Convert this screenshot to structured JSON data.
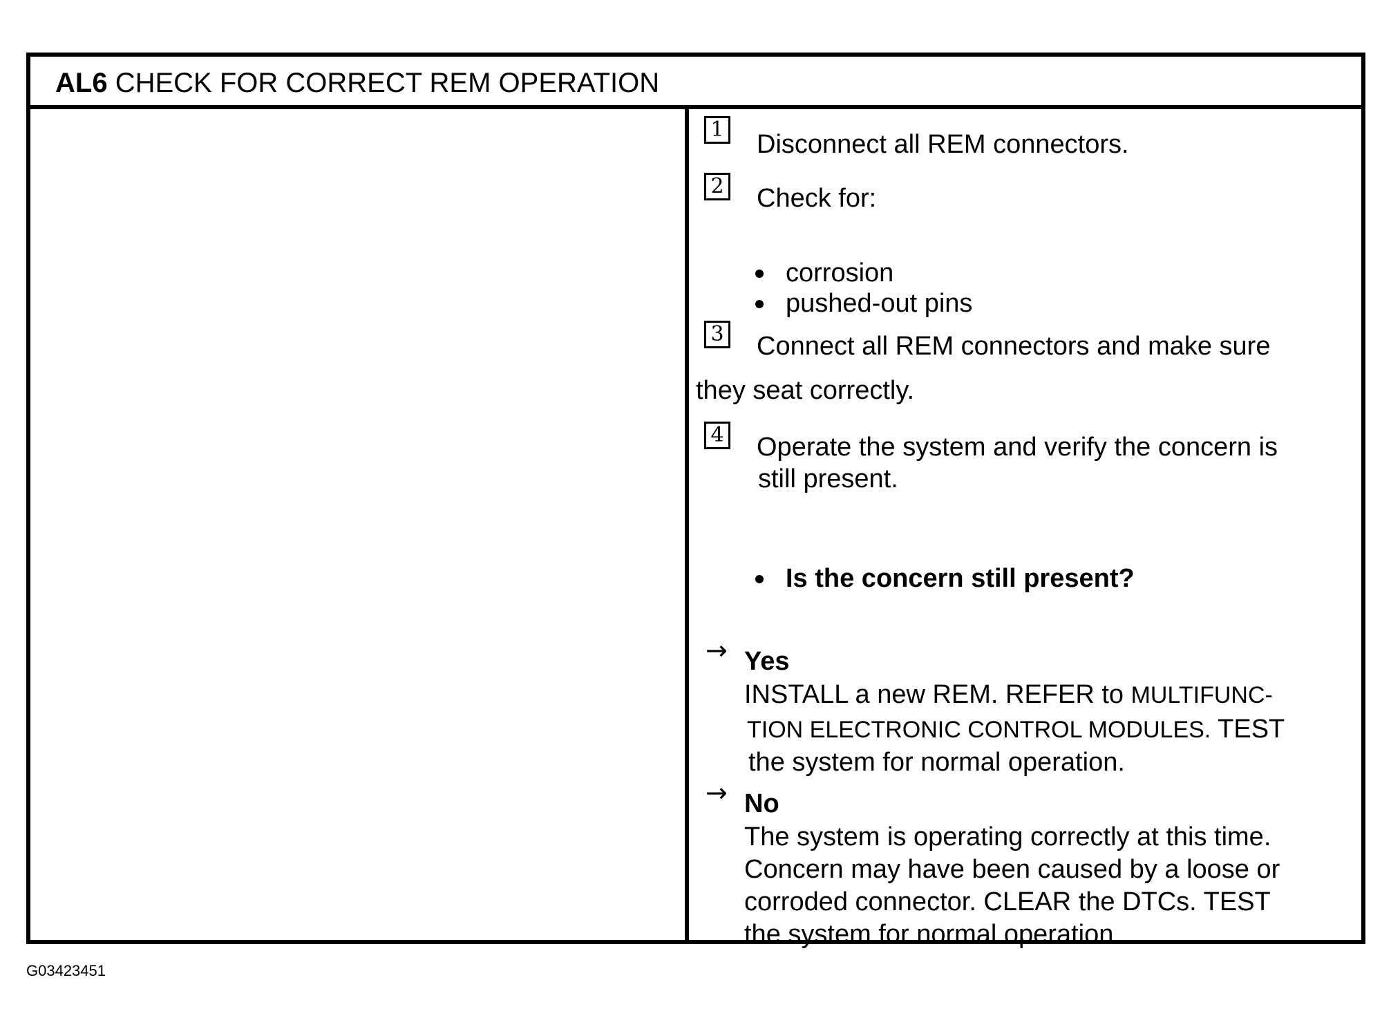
{
  "header": {
    "code": "AL6",
    "title": "CHECK FOR CORRECT REM OPERATION"
  },
  "steps": [
    {
      "number": "1",
      "text": "Disconnect all REM connectors."
    },
    {
      "number": "2",
      "text": "Check for:",
      "bullets": [
        "corrosion",
        "pushed-out pins"
      ]
    },
    {
      "number": "3",
      "text_line1": "Connect all REM connectors and make sure",
      "text_line2": "they seat correctly."
    },
    {
      "number": "4",
      "text_line1": "Operate the system and verify the concern is",
      "text_line2": "still present.",
      "question": "Is the concern still present?"
    }
  ],
  "outcomes": {
    "yes": {
      "label": "Yes",
      "line1_a": "INSTALL a new REM. REFER to ",
      "line1_b": "MULTIFUNC-",
      "line2_a": "TION ELECTRONIC CONTROL MODULES.",
      "line2_b": " TEST",
      "line3": "the system for normal operation."
    },
    "no": {
      "label": "No",
      "lines": [
        "The system is operating correctly at this time.",
        "Concern may have been caused by a loose or",
        "corroded connector. CLEAR the DTCs. TEST",
        "the system for normal operation."
      ]
    }
  },
  "figure_id": "G03423451"
}
